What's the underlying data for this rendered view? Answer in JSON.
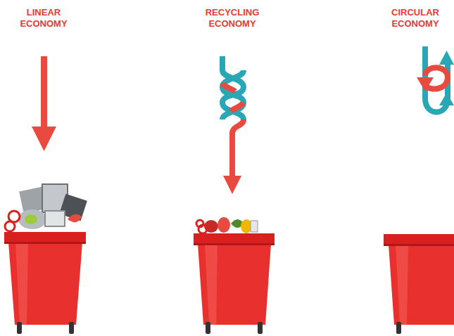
{
  "diagram": {
    "labels": [
      "LINEAR ECONOMY",
      "RECYCLING ECONOMY",
      "CIRCULAR ECONOMY"
    ]
  }
}
